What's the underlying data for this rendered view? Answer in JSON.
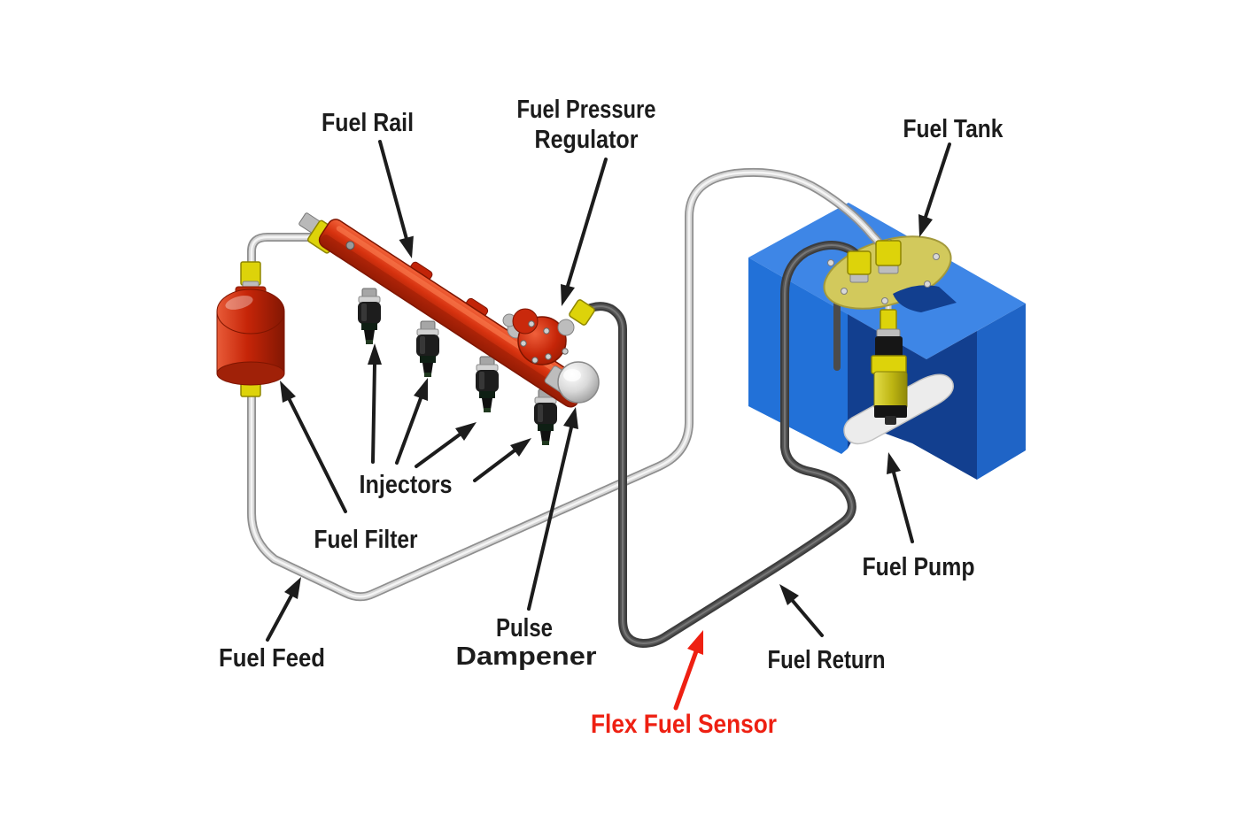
{
  "diagram": {
    "labels": {
      "fuel_rail": "Fuel Rail",
      "fuel_pressure_line1": "Fuel Pressure",
      "fuel_pressure_line2": "Regulator",
      "fuel_tank": "Fuel Tank",
      "injectors": "Injectors",
      "fuel_filter": "Fuel Filter",
      "fuel_feed": "Fuel Feed",
      "pulse_dampener_line1": "Pulse",
      "pulse_dampener_line2": "Dampener",
      "flex_fuel_sensor": "Flex Fuel Sensor",
      "fuel_return": "Fuel Return",
      "fuel_pump": "Fuel Pump"
    },
    "colors": {
      "label_black": "#1c1c1c",
      "label_red": "#ee2012",
      "tank_front": "#2271d8",
      "tank_top": "#3e86e6",
      "tank_right": "#1f64c6",
      "tank_interior": "#123f8f",
      "plate_olive": "#d2c95c",
      "fitting_yellow": "#ddd30a",
      "component_red": "#c52508",
      "pump_yellow": "#bdb512",
      "feed_line": "#d6d6d6",
      "return_line": "#545454",
      "pad_white": "#ececec"
    }
  }
}
